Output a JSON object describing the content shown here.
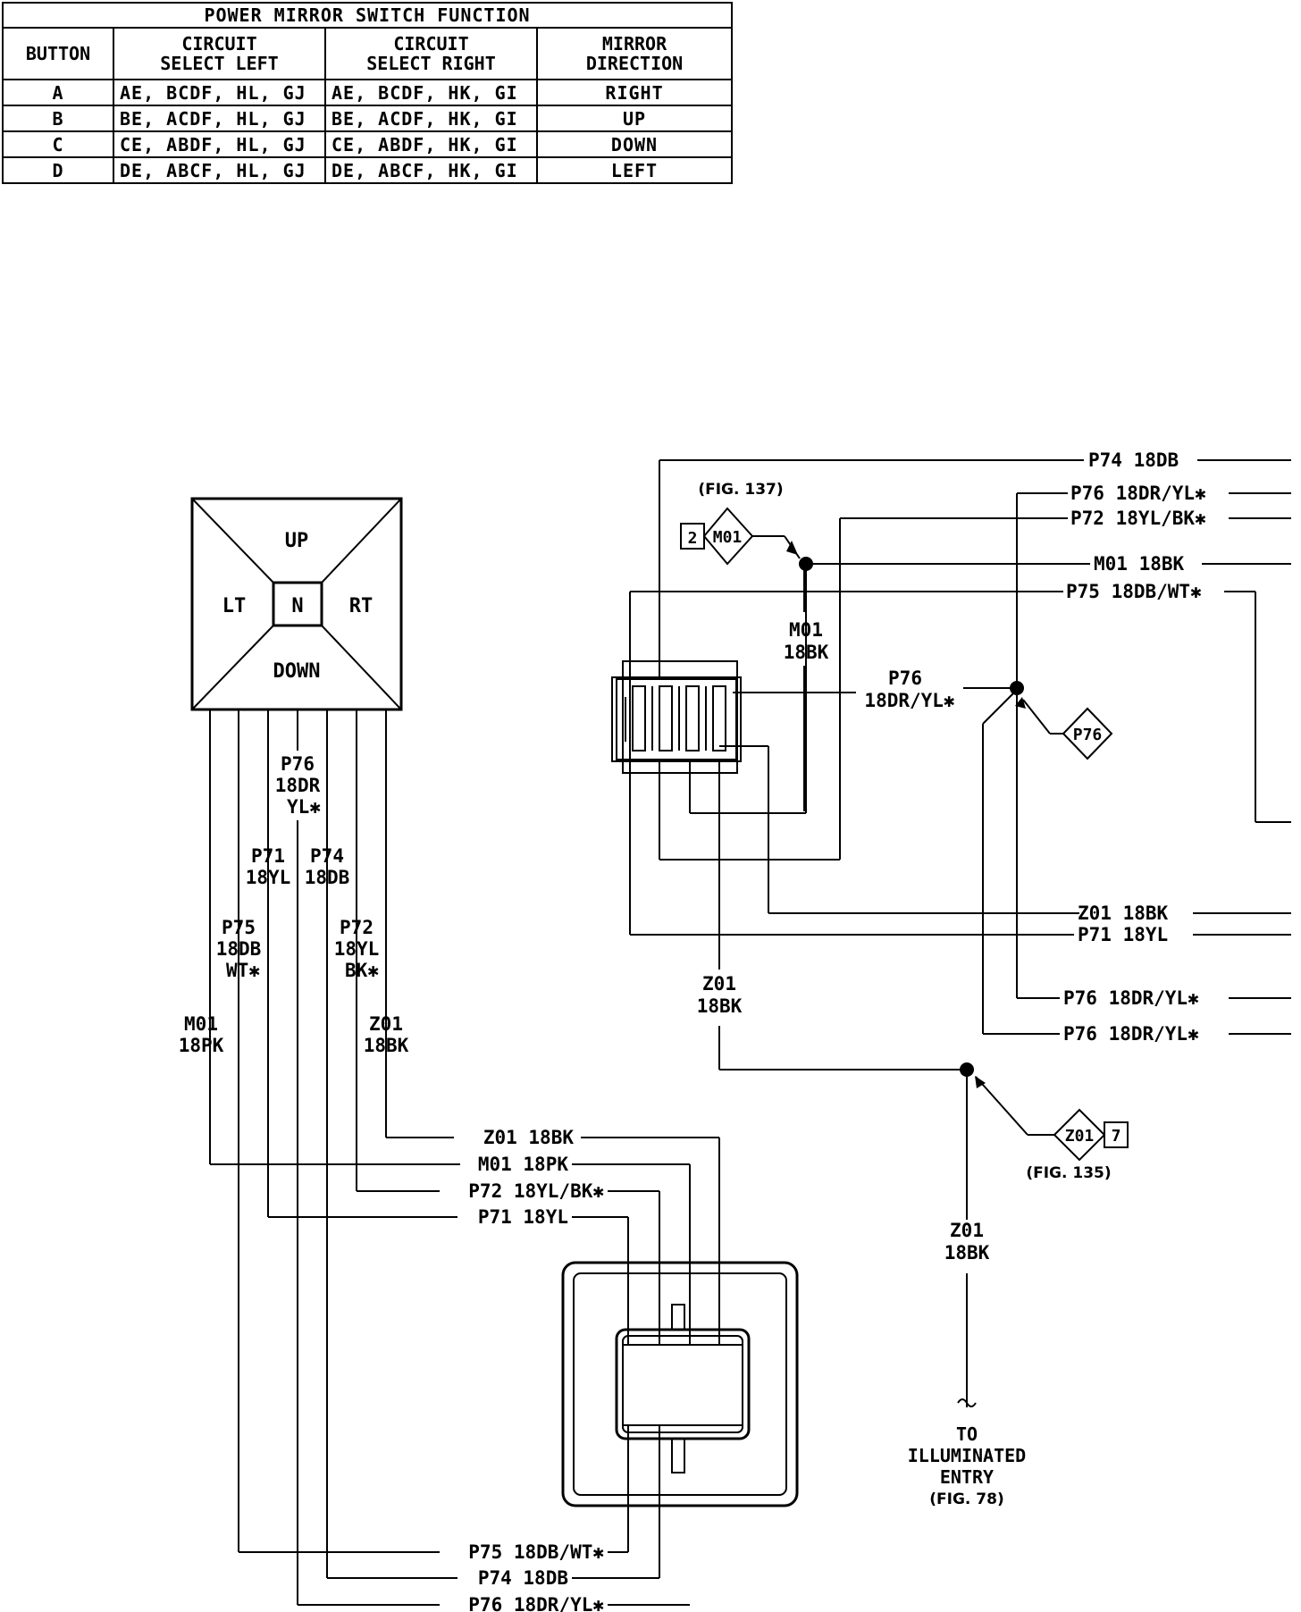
{
  "table": {
    "title": "POWER MIRROR SWITCH FUNCTION",
    "headers": [
      "BUTTON",
      "CIRCUIT\nSELECT LEFT",
      "CIRCUIT\nSELECT RIGHT",
      "MIRROR\nDIRECTION"
    ],
    "rows": [
      [
        "A",
        "AE, BCDF, HL, GJ",
        "AE, BCDF, HK, GI",
        "RIGHT"
      ],
      [
        "B",
        "BE, ACDF, HL, GJ",
        "BE, ACDF, HK, GI",
        "UP"
      ],
      [
        "C",
        "CE, ABDF, HL, GJ",
        "CE, ABDF, HK, GI",
        "DOWN"
      ],
      [
        "D",
        "DE, ABCF, HL, GJ",
        "DE, ABCF, HK, GI",
        "LEFT"
      ]
    ]
  },
  "switch": {
    "up": "UP",
    "down": "DOWN",
    "left": "LT",
    "right": "RT",
    "neutral": "N"
  },
  "wires_left": {
    "p76_a": "P76",
    "p76_b": "18DR",
    "p76_c": "YL✱",
    "p71_a": "P71",
    "p71_b": "18YL",
    "p74_a": "P74",
    "p74_b": "18DB",
    "p75_a": "P75",
    "p75_b": "18DB",
    "p75_c": "WT✱",
    "p72_a": "P72",
    "p72_b": "18YL",
    "p72_c": "BK✱",
    "m01_a": "M01",
    "m01_b": "18PK",
    "z01_a": "Z01",
    "z01_b": "18BK"
  },
  "bottom_labels": {
    "z01": "Z01 18BK",
    "m01": "M01 18PK",
    "p72": "P72 18YL/BK✱",
    "p71": "P71 18YL",
    "p75": "P75 18DB/WT✱",
    "p74": "P74 18DB",
    "p76": "P76 18DR/YL✱"
  },
  "right_labels": {
    "p74": "P74 18DB",
    "p76_top": "P76 18DR/YL✱",
    "p72": "P72 18YL/BK✱",
    "m01": "M01 18BK",
    "p75": "P75 18DB/WT✱",
    "z01": "Z01 18BK",
    "p71": "P71 18YL",
    "p76_low1": "P76 18DR/YL✱",
    "p76_low2": "P76 18DR/YL✱"
  },
  "mid_labels": {
    "m01_a": "M01",
    "m01_b": "18BK",
    "p76_a": "P76",
    "p76_b": "18DR/YL✱",
    "z01_a": "Z01",
    "z01_b": "18BK",
    "z01_low_a": "Z01",
    "z01_low_b": "18BK"
  },
  "connectors": {
    "m01_tag": "M01",
    "m01_num": "2",
    "m01_fig": "(FIG. 137)",
    "p76_tag": "P76",
    "z01_tag": "Z01",
    "z01_num": "7",
    "z01_fig": "(FIG. 135)"
  },
  "destination": {
    "line1": "TO",
    "line2": "ILLUMINATED",
    "line3": "ENTRY",
    "fig": "(FIG. 78)"
  }
}
